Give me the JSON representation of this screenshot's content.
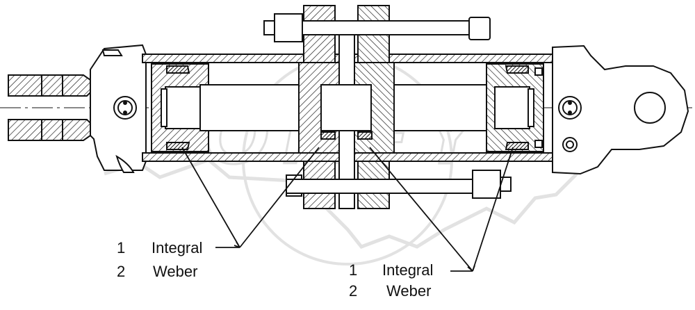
{
  "legend_left": [
    {
      "num": "1",
      "name": "Integral"
    },
    {
      "num": "2",
      "name": "Weber"
    }
  ],
  "legend_right": [
    {
      "num": "1",
      "name": "Integral"
    },
    {
      "num": "2",
      "name": "Weber"
    }
  ],
  "watermark": "ORFY",
  "colors": {
    "line": "#111111",
    "hatch": "#222222",
    "watermark": "#e6e6e6",
    "fill": "#ffffff"
  }
}
